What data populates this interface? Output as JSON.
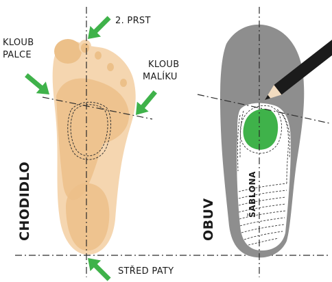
{
  "labels": {
    "second_toe": "2. PRST",
    "big_toe_joint_line1": "KLOUB",
    "big_toe_joint_line2": "PALCE",
    "little_toe_joint_line1": "KLOUB",
    "little_toe_joint_line2": "MALÍKU",
    "heel_center": "STŘED PATY",
    "sole": "CHODIDLO",
    "shoe": "OBUV",
    "template": "ŠABLONA"
  },
  "colors": {
    "foot_base": "#f5d6b0",
    "foot_shade": "#ecc089",
    "arrow_green": "#3fb24a",
    "shoe_gray": "#8e8e8e",
    "shoe_gray_dark": "#6f6f6f",
    "insole_white": "#ffffff",
    "pencil_black": "#1b1b1b",
    "pencil_wood": "#f2dcc0",
    "text_dark": "#1a1a1a"
  },
  "icons": [
    "arrow-icon",
    "pencil-icon"
  ]
}
